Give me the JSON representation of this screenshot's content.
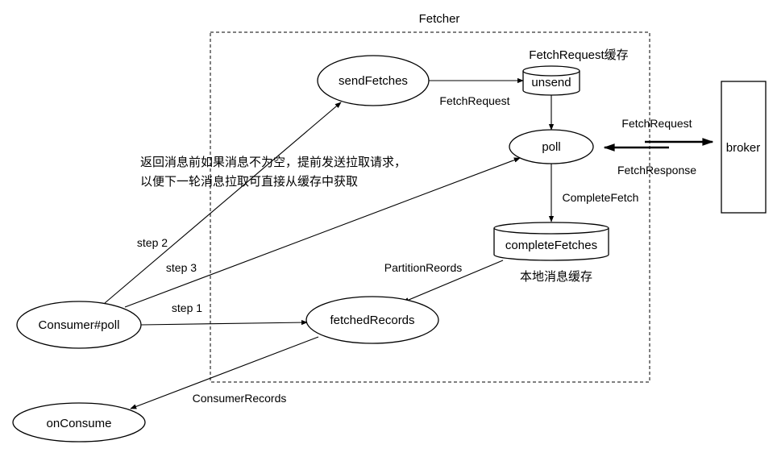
{
  "container": {
    "title": "Fetcher"
  },
  "nodes": {
    "sendFetches": "sendFetches",
    "unsend": "unsend",
    "unsend_caption": "FetchRequest缓存",
    "poll": "poll",
    "broker": "broker",
    "completeFetches": "completeFetches",
    "completeFetches_caption": "本地消息缓存",
    "fetchedRecords": "fetchedRecords",
    "consumerPoll": "Consumer#poll",
    "onConsume": "onConsume"
  },
  "edges": {
    "sendFetches_to_unsend": "FetchRequest",
    "poll_to_broker": "FetchRequest",
    "broker_to_poll": "FetchResponse",
    "poll_to_completeFetches": "CompleteFetch",
    "completeFetches_to_fetchedRecords": "PartitionReords",
    "step1": "step 1",
    "step2": "step 2",
    "step3": "step 3",
    "fetchedRecords_to_onConsume": "ConsumerRecords"
  },
  "note": {
    "line1": "返回消息前如果消息不为空，提前发送拉取请求，",
    "line2": "以便下一轮消息拉取可直接从缓存中获取"
  }
}
